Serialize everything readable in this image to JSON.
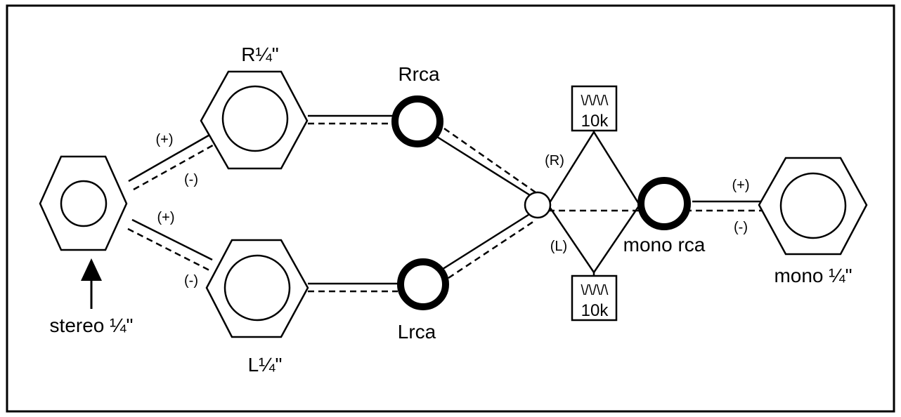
{
  "labels": {
    "stereo_jack": "stereo ¼\"",
    "right_jack": "R¼\"",
    "left_jack": "L¼\"",
    "right_rca": "Rrca",
    "left_rca": "Lrca",
    "mono_rca": "mono rca",
    "mono_jack": "mono ¼\"",
    "right_channel": "(R)",
    "left_channel": "(L)"
  },
  "polarity": {
    "plus": "(+)",
    "minus": "(-)"
  },
  "resistors": [
    {
      "symbol": "\\/\\/\\/\\",
      "value": "10k"
    },
    {
      "symbol": "\\/\\/\\/\\",
      "value": "10k"
    }
  ]
}
